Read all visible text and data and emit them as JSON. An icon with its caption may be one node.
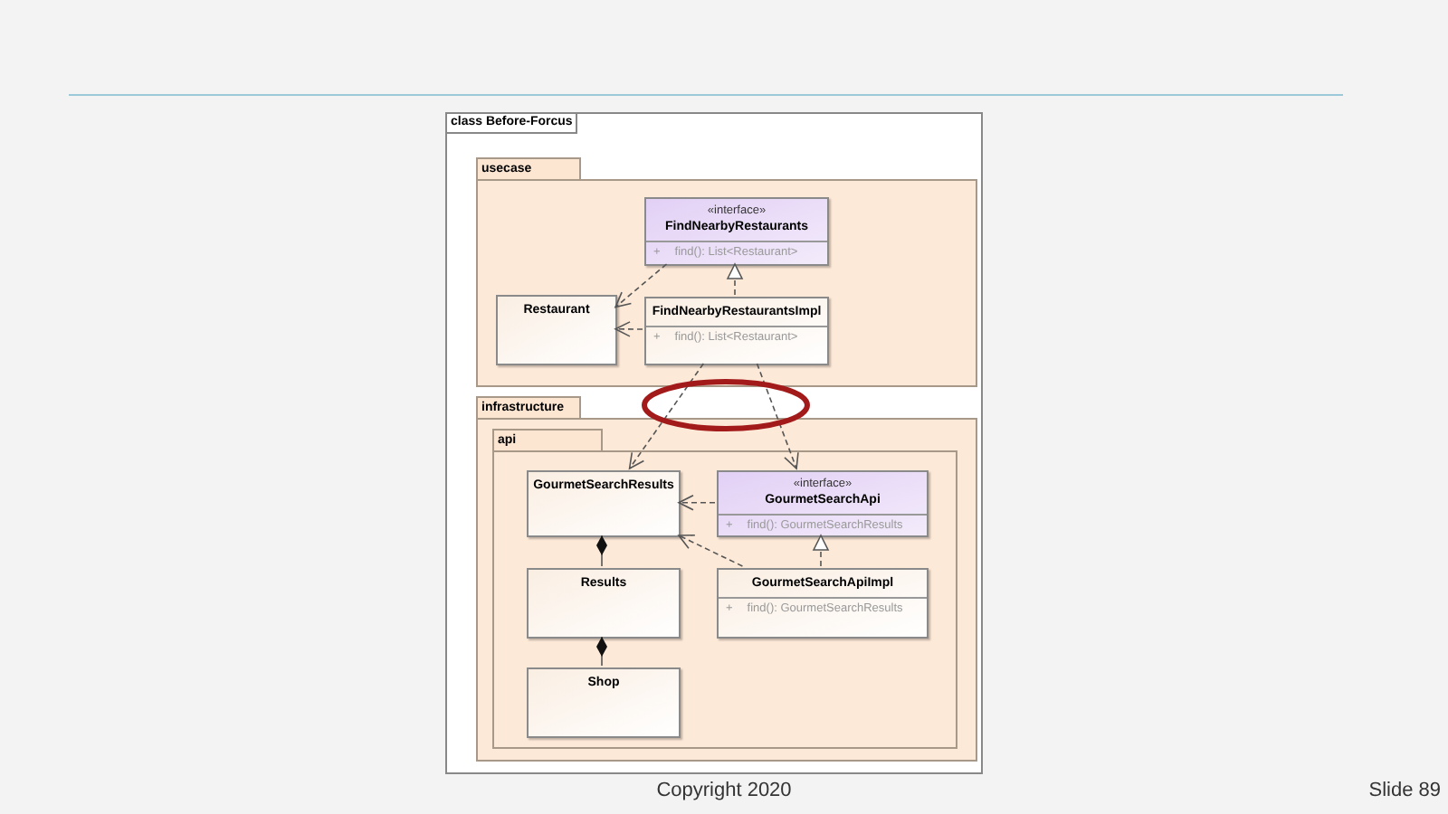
{
  "diagram": {
    "nodes": [
      {
        "text": [
          "class Before-Forcus"
        ]
      },
      {
        "text": [
          "usecase"
        ],
        "in": 0
      },
      {
        "text": [
          "«interface»",
          "FindNearbyRestaurants",
          "+",
          "find(): List<Restaurant>"
        ],
        "in": 1
      },
      {
        "text": [
          "Restaurant"
        ],
        "in": 1
      },
      {
        "text": [
          "FindNearbyRestaurantsImpl",
          "+",
          "find(): List<Restaurant>"
        ],
        "in": 1
      },
      {
        "text": [
          "infrastructure"
        ],
        "in": 0
      },
      {
        "text": [
          "api"
        ],
        "in": 5
      },
      {
        "text": [
          "GourmetSearchResults"
        ],
        "in": 6
      },
      {
        "text": [
          "«interface»",
          "GourmetSearchApi",
          "+",
          "find(): GourmetSearchResults"
        ],
        "in": 6
      },
      {
        "text": [
          "Results"
        ],
        "in": 6
      },
      {
        "text": [
          "GourmetSearchApiImpl",
          "+",
          "find(): GourmetSearchResults"
        ],
        "in": 6
      },
      {
        "text": [
          "Shop"
        ],
        "in": 6
      }
    ],
    "edges": [
      {
        "from": 2,
        "to": 3,
        "arrow": "to",
        "style": "dashed"
      },
      {
        "from": 4,
        "to": 2,
        "arrow": "to",
        "style": "dashed"
      },
      {
        "from": 4,
        "to": 3,
        "arrow": "to",
        "style": "dashed"
      },
      {
        "from": 4,
        "to": 7,
        "arrow": "to",
        "style": "dashed"
      },
      {
        "from": 4,
        "to": 8,
        "arrow": "to",
        "style": "dashed"
      },
      {
        "from": 8,
        "to": 7,
        "arrow": "to",
        "style": "dashed"
      },
      {
        "from": 10,
        "to": 7,
        "arrow": "to",
        "style": "dashed"
      },
      {
        "from": 10,
        "to": 8,
        "arrow": "to",
        "style": "dashed"
      },
      {
        "from": 7,
        "to": 9,
        "arrow": "other"
      },
      {
        "from": 9,
        "to": 11,
        "arrow": "other"
      }
    ],
    "labels": [
      "Copyright 2020",
      "Slide 89"
    ]
  }
}
